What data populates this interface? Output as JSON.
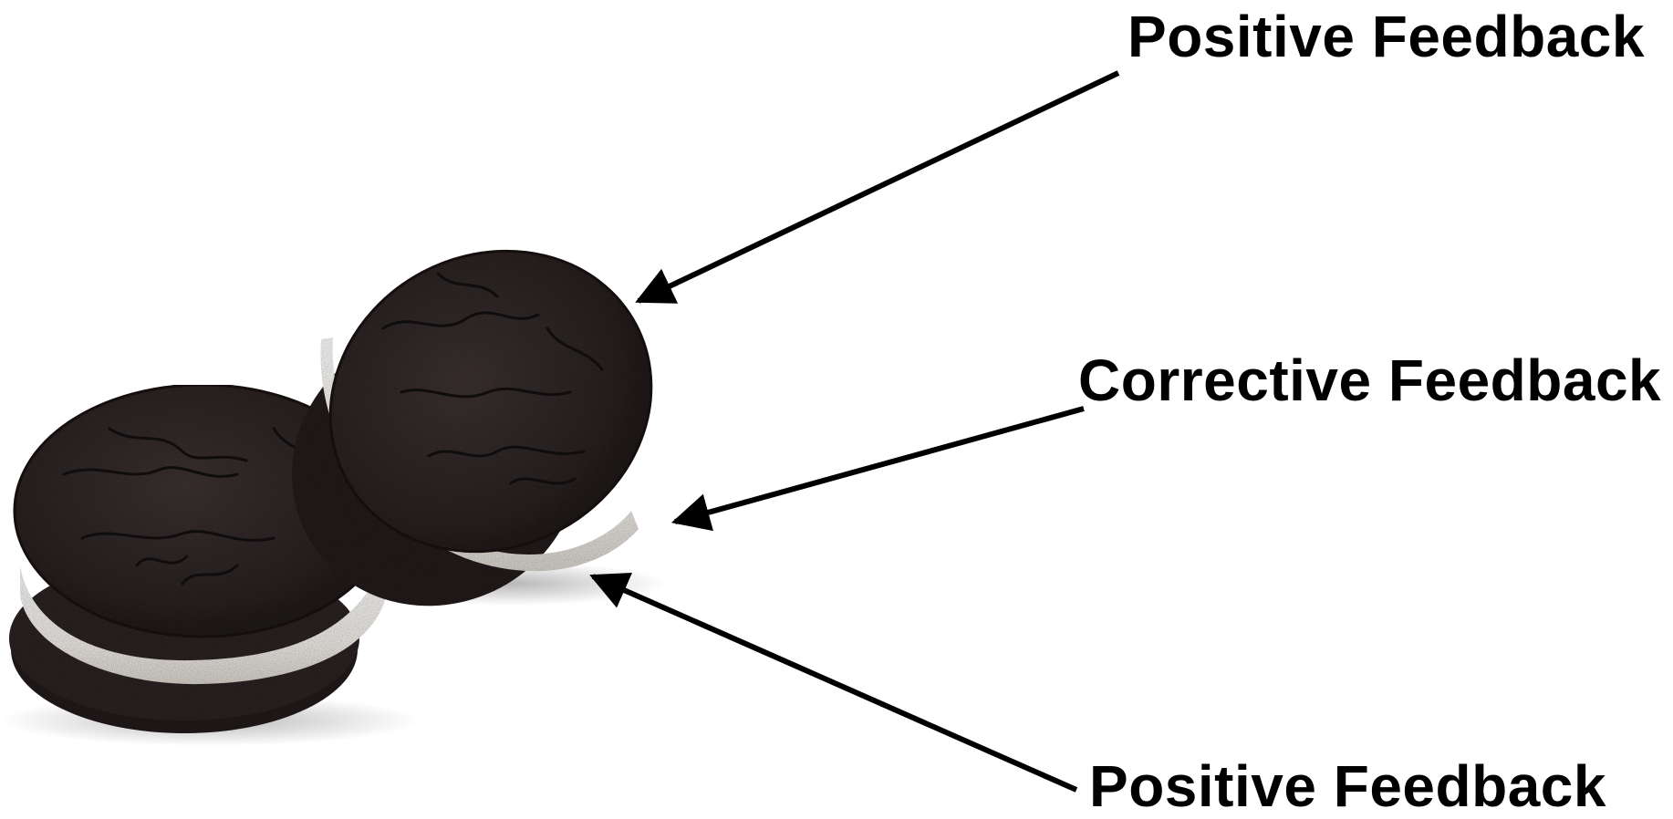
{
  "labels": {
    "top": "Positive Feedback",
    "middle": "Corrective Feedback",
    "bottom": "Positive Feedback"
  },
  "colors": {
    "background": "#ffffff",
    "text": "#000000",
    "arrow": "#000000",
    "cookie_dark": "#2a2222",
    "cookie_mid": "#3b3131",
    "cookie_crack": "#151010",
    "cream": "#f7f5f1",
    "cream_shadow": "#dcd8d2"
  },
  "icons": {
    "arrow_head": "triangle-arrowhead"
  }
}
